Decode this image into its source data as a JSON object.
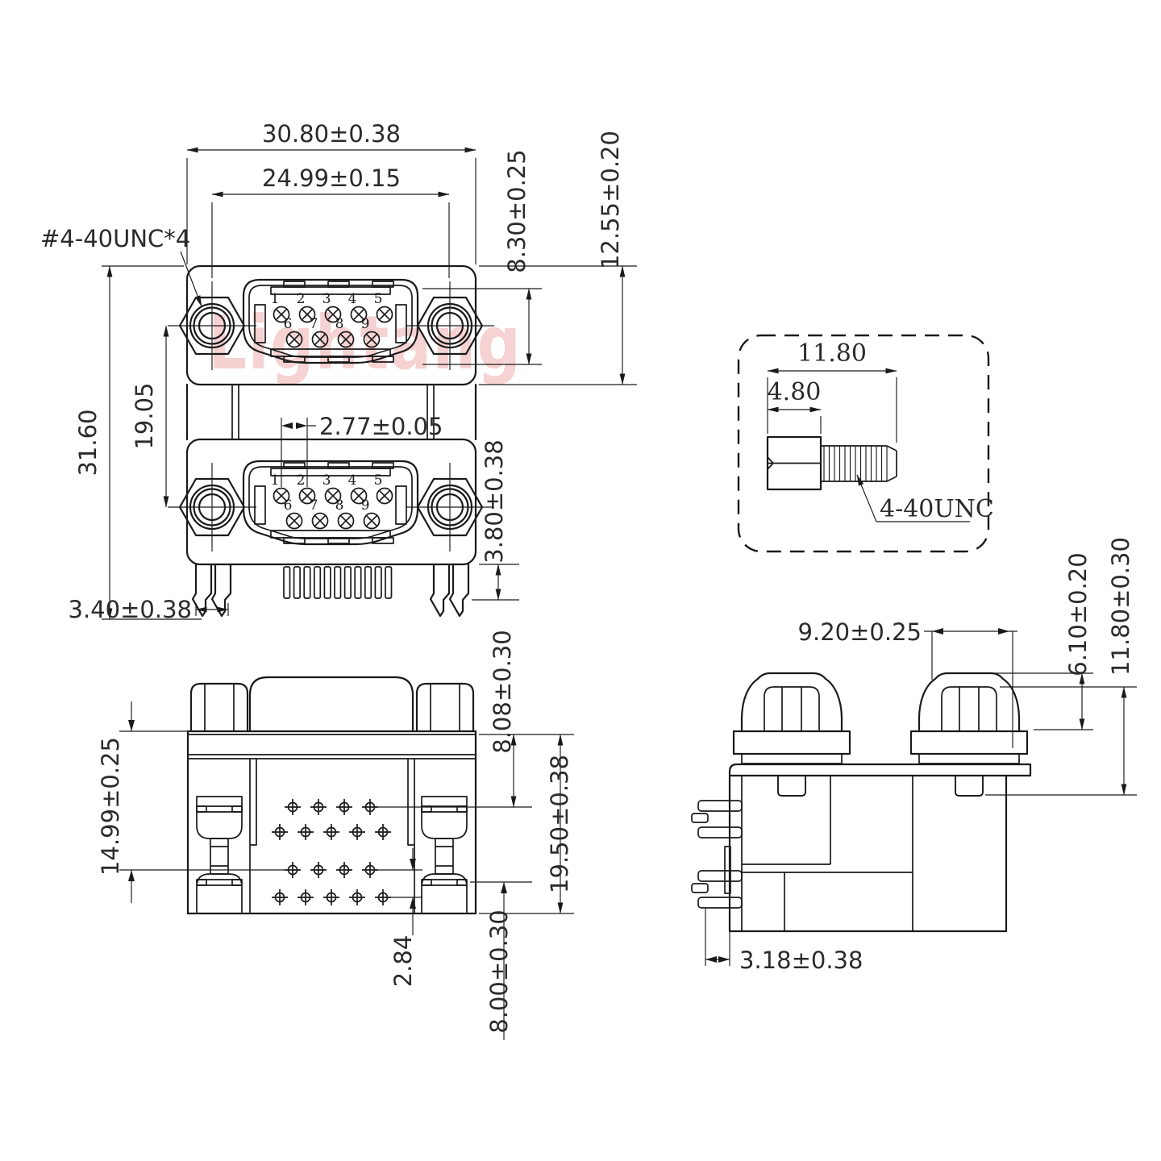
{
  "drawing": {
    "watermark": "Lightang",
    "colors": {
      "line": "#1a1a1a",
      "dim_text": "#2b2b2b",
      "watermark": "#f0aeae"
    },
    "views": {
      "front": {
        "dims": {
          "overall_width": "30.80±0.38",
          "screw_span": "24.99±0.15",
          "screw_thread_note": "#4-40UNC*4",
          "overall_height": "31.60",
          "port_spacing": "19.05",
          "shell_height": "8.30±0.25",
          "port_height": "12.55±0.20",
          "pin_pitch": "2.77±0.05",
          "leg_drop": "3.80±0.38",
          "leg_width": "3.40±0.38"
        },
        "pin_numbers": [
          "1",
          "2",
          "3",
          "4",
          "5",
          "6",
          "7",
          "8",
          "9"
        ]
      },
      "screw_detail": {
        "dims": {
          "overall_length": "11.80",
          "head_length": "4.80"
        },
        "thread_label": "4-40UNC"
      },
      "bottom": {
        "dims": {
          "flange_to_row1": "8.08±0.30",
          "flange_to_row3": "14.99±0.25",
          "flange_to_bottom": "19.50±0.38",
          "row_spacing": "2.84",
          "tail_length": "8.00±0.30"
        }
      },
      "side": {
        "dims": {
          "standoff_width": "9.20±0.25",
          "nut_height": "6.10±0.20",
          "screw_height": "11.80±0.30",
          "pin_setback": "3.18±0.38"
        }
      }
    }
  }
}
